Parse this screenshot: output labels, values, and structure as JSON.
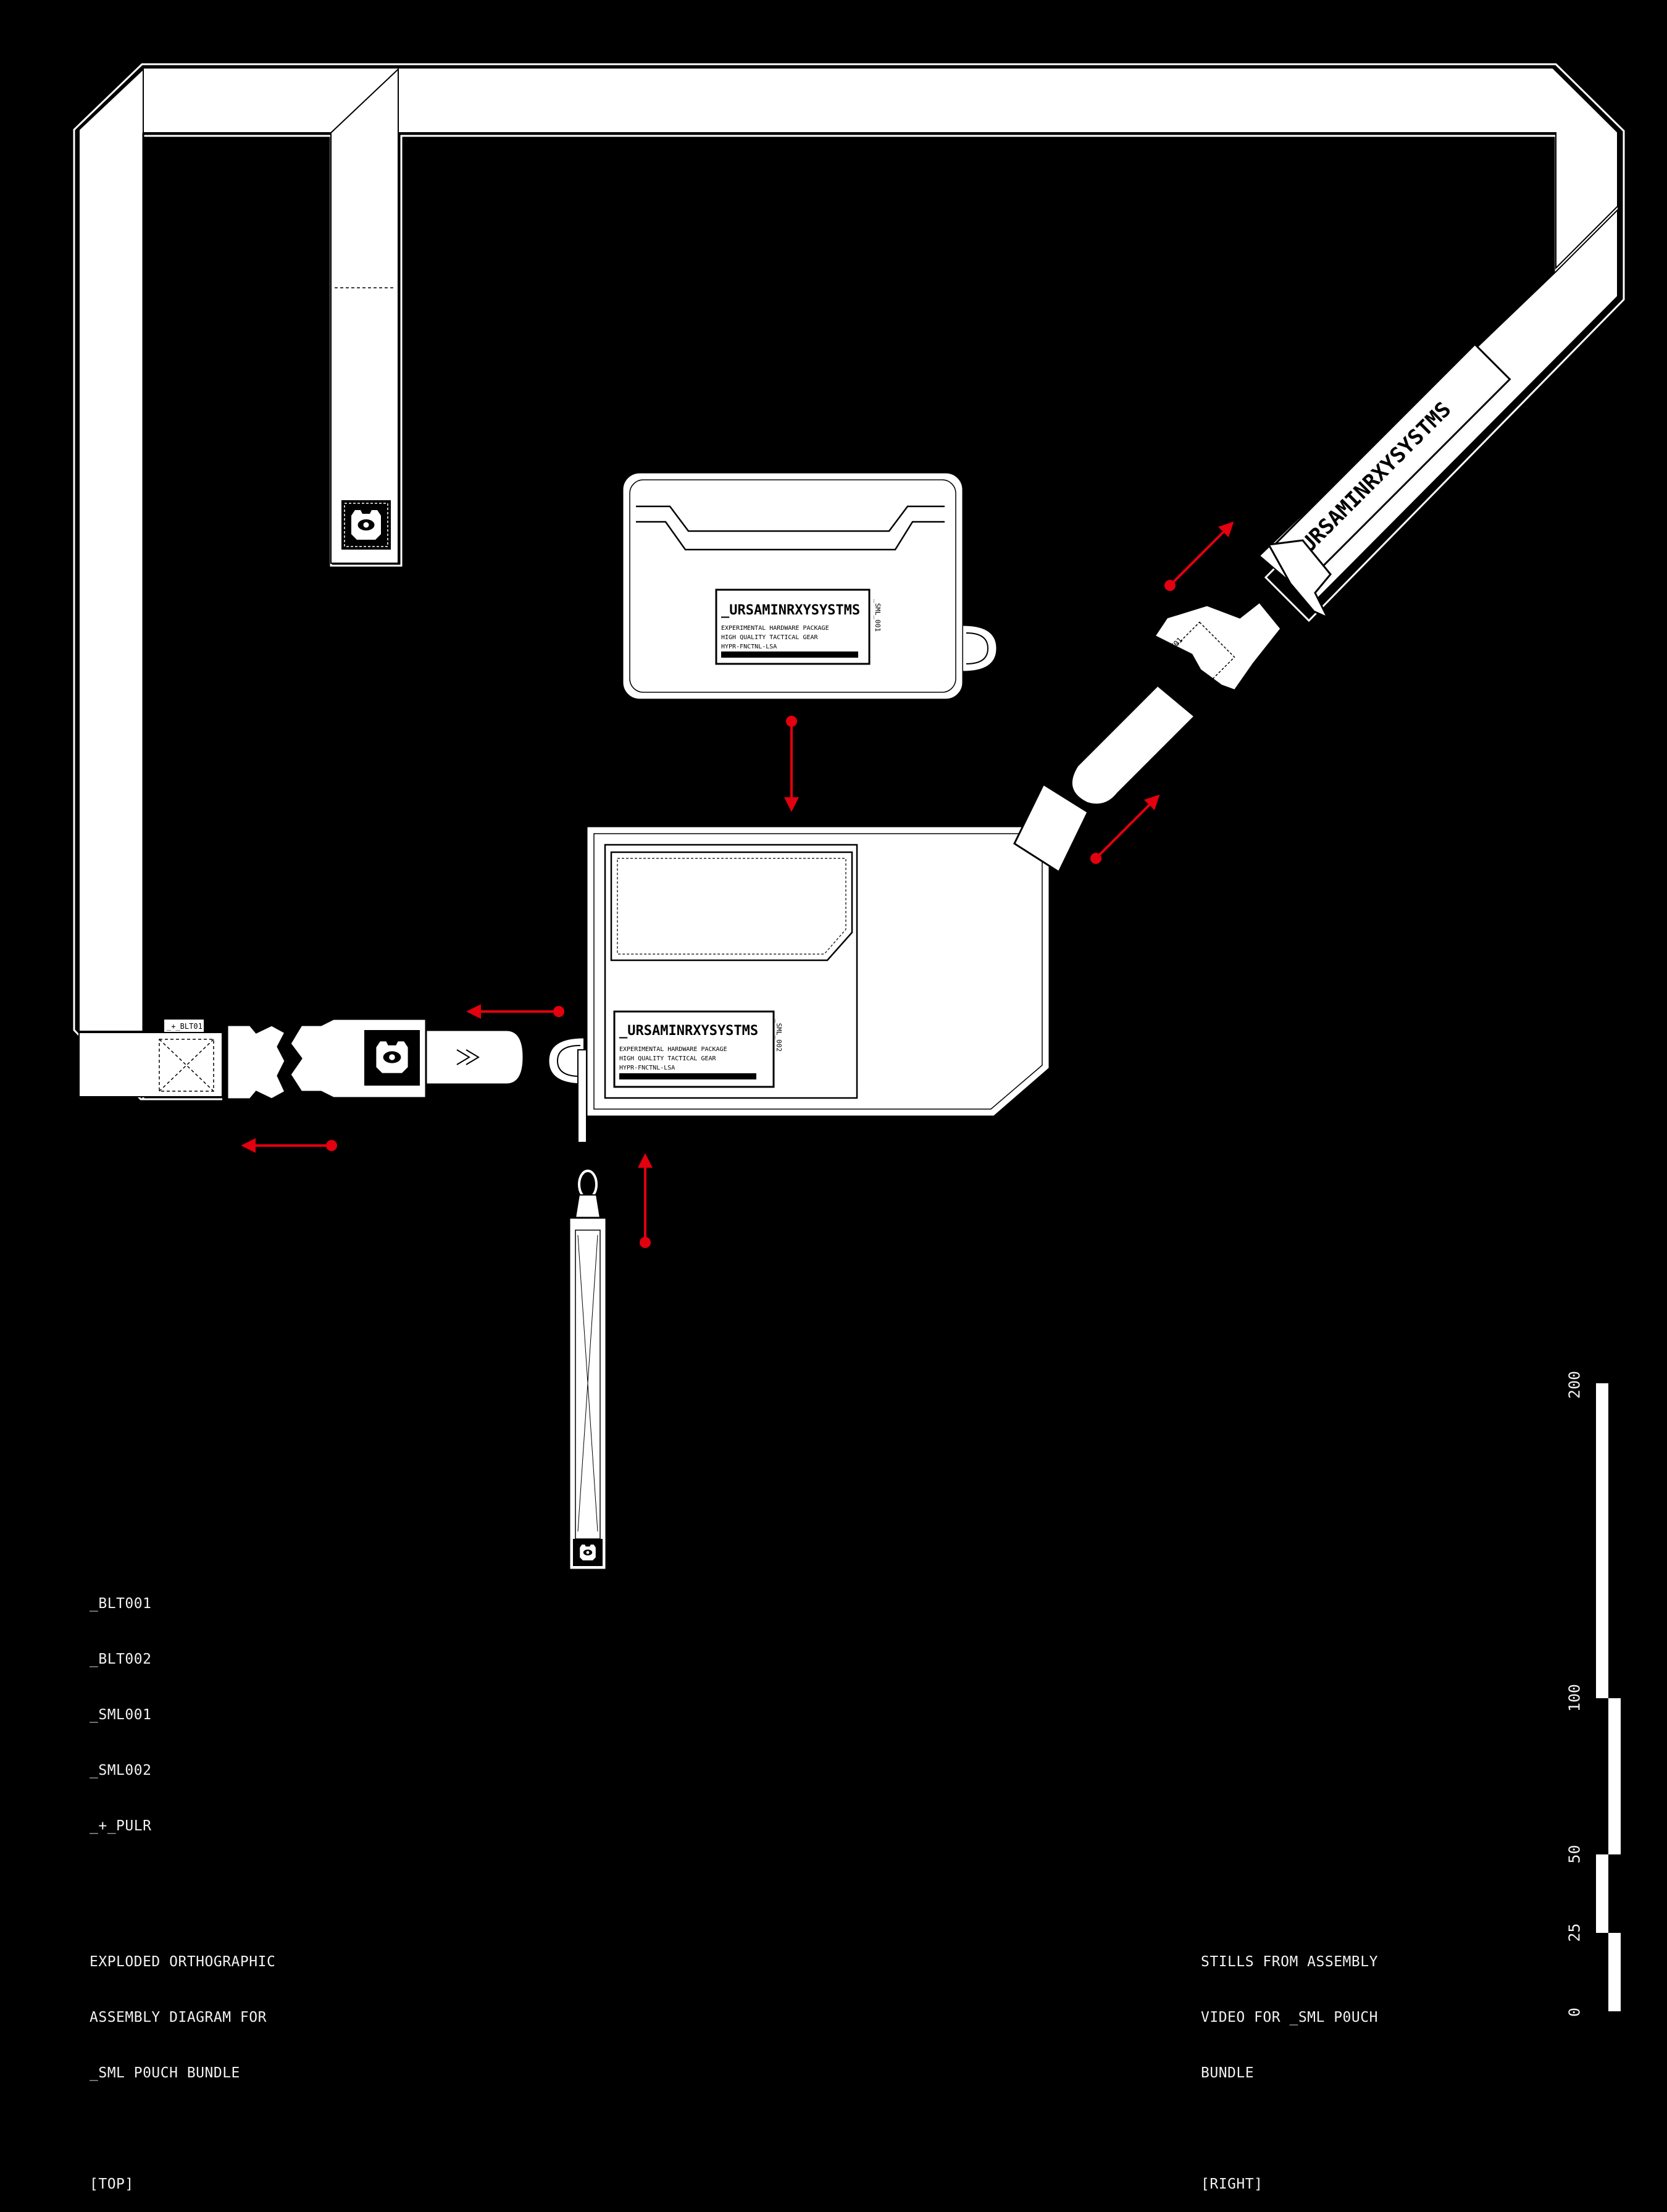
{
  "brand": {
    "logo_text": "_URSAMINRXYSYSTMS",
    "label_lines": [
      "EXPERIMENTAL HARDWARE PACKAGE",
      "HIGH QUALITY TACTICAL GEAR",
      "HYPR-FNCTNL-LSA"
    ],
    "tag_top_pouch": "_SML_001",
    "tag_main_pouch": "_SML_002",
    "buckle_tag": "_+_BLT01",
    "buckle_side_text": "_URSAMINRXY"
  },
  "parts_list": [
    "_BLT001",
    "_BLT002",
    "_SML001",
    "_SML002",
    "_+_PULR"
  ],
  "caption_left": {
    "lines": [
      "EXPLODED ORTHOGRAPHIC",
      "ASSEMBLY DIAGRAM FOR",
      "_SML P0UCH BUNDLE"
    ],
    "view": "[TOP]"
  },
  "caption_right": {
    "lines": [
      "STILLS FROM ASSEMBLY",
      "VIDEO FOR _SML P0UCH",
      "BUNDLE"
    ],
    "view": "[RIGHT]"
  },
  "scale_bar": {
    "ticks": [
      "200",
      "100",
      "50",
      "25",
      "0"
    ]
  },
  "colors": {
    "background": "#000000",
    "line_art": "#ffffff",
    "arrow": "#e3000f"
  }
}
